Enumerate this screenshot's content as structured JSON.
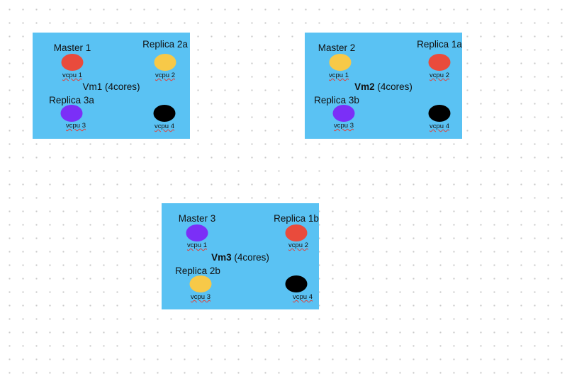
{
  "colors": {
    "vm_background": "#5ac2f3",
    "red": "#e94b3c",
    "yellow": "#f7c948",
    "purple": "#7b2ff7",
    "black": "#000000"
  },
  "vms": [
    {
      "name": "Vm1",
      "cores": "(4cores)",
      "bold_name": false,
      "slots": [
        {
          "label": "Master 1",
          "vcpu": "vcpu 1",
          "color": "red"
        },
        {
          "label": "Replica 2a",
          "vcpu": "vcpu 2",
          "color": "yellow"
        },
        {
          "label": "Replica 3a",
          "vcpu": "vcpu 3",
          "color": "purple"
        },
        {
          "label": "",
          "vcpu": "vcpu 4",
          "color": "black"
        }
      ]
    },
    {
      "name": "Vm2",
      "cores": "(4cores)",
      "bold_name": true,
      "slots": [
        {
          "label": "Master 2",
          "vcpu": "vcpu 1",
          "color": "yellow"
        },
        {
          "label": "Replica 1a",
          "vcpu": "vcpu 2",
          "color": "red"
        },
        {
          "label": "Replica 3b",
          "vcpu": "vcpu 3",
          "color": "purple"
        },
        {
          "label": "",
          "vcpu": "vcpu 4",
          "color": "black"
        }
      ]
    },
    {
      "name": "Vm3",
      "cores": "(4cores)",
      "bold_name": true,
      "slots": [
        {
          "label": "Master 3",
          "vcpu": "vcpu 1",
          "color": "purple"
        },
        {
          "label": "Replica 1b",
          "vcpu": "vcpu 2",
          "color": "red"
        },
        {
          "label": "Replica 2b",
          "vcpu": "vcpu 3",
          "color": "yellow"
        },
        {
          "label": "",
          "vcpu": "vcpu 4",
          "color": "black"
        }
      ]
    }
  ]
}
